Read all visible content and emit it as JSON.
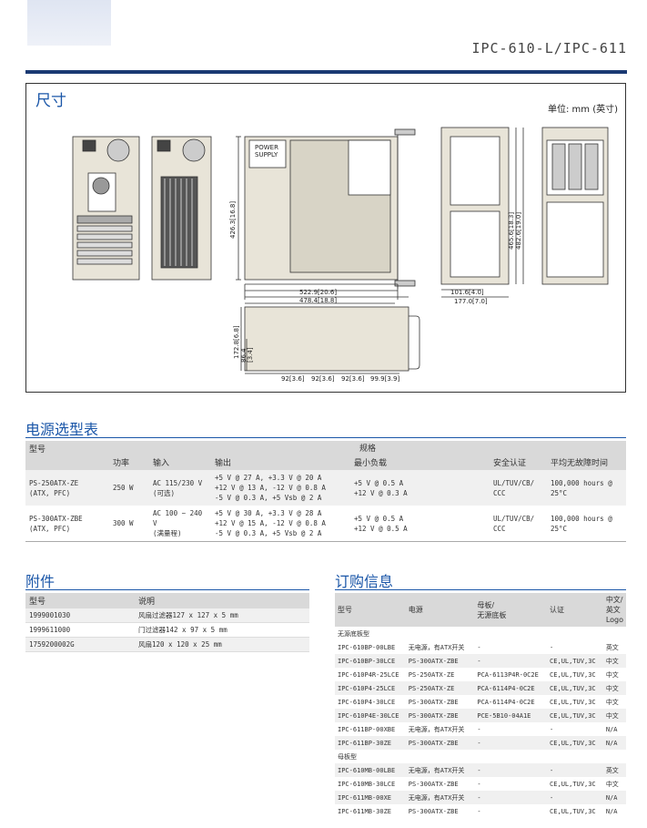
{
  "header": {
    "title": "IPC-610-L/IPC-611"
  },
  "dimensions": {
    "title": "尺寸",
    "unit": "单位: mm (英寸)",
    "labels": {
      "power_supply_1": "POWER",
      "power_supply_2": "SUPPLY",
      "h_426": "426.3[16.8]",
      "h_465": "465.6[18.3]",
      "h_482": "482.6[19.0]",
      "w_101": "101.6[4.0]",
      "w_177": "177.0[7.0]",
      "w_522": "522.9[20.6]",
      "w_478": "478.4[18.8]",
      "h_172": "172.8[6.8]",
      "h_86": "86.4",
      "h_86b": "[3.4]",
      "p1": "92[3.6]",
      "p2": "92[3.6]",
      "p3": "92[3.6]",
      "p4": "99.9[3.9]"
    }
  },
  "power_section": {
    "title": "电源选型表",
    "headers": {
      "model": "型号",
      "spec": "规格",
      "power": "功率",
      "input": "输入",
      "output": "输出",
      "min_load": "最小负载",
      "cert": "安全认证",
      "mtbf": "平均无故障时间"
    },
    "rows": [
      {
        "model1": "PS-250ATX-ZE",
        "model2": "(ATX, PFC)",
        "power": "250 W",
        "input1": "AC 115/230 V",
        "input2": "(可选)",
        "out1": "+5 V @  27 A, +3.3 V @  20 A",
        "out2": "+12 V @  13 A, -12 V @  0.8 A",
        "out3": "-5 V @  0.3 A, +5 Vsb @  2 A",
        "load1": "+5 V @  0.5 A",
        "load2": "+12 V @  0.3 A",
        "cert1": "UL/TUV/CB/",
        "cert2": "CCC",
        "mtbf": "100,000 hours @ 25°C"
      },
      {
        "model1": "PS-300ATX-ZBE",
        "model2": "(ATX, PFC)",
        "power": "300 W",
        "input1": "AC 100 ~ 240 V",
        "input2": "(满量程)",
        "out1": "+5 V @  30 A, +3.3 V @  28 A",
        "out2": "+12 V @  15 A, -12 V @  0.8 A",
        "out3": "-5 V @  0.3 A, +5 Vsb @  2 A",
        "load1": "+5 V @  0.5 A",
        "load2": "+12 V @  0.5 A",
        "cert1": "UL/TUV/CB/",
        "cert2": "CCC",
        "mtbf": "100,000 hours @ 25°C"
      }
    ]
  },
  "accessories": {
    "title": "附件",
    "headers": {
      "model": "型号",
      "desc": "说明"
    },
    "rows": [
      {
        "model": "1999001030",
        "desc": "风扇过滤器127 x 127 x 5 mm"
      },
      {
        "model": "1999611000",
        "desc": "门过滤器142 x 97 x 5 mm"
      },
      {
        "model": "1759200002G",
        "desc": "风扇120 x 120 x 25 mm"
      }
    ]
  },
  "ordering": {
    "title": "订购信息",
    "headers": {
      "model": "型号",
      "psu": "电源",
      "board1": "母板/",
      "board2": "无源底板",
      "cert": "认证",
      "logo1": "中文/英文",
      "logo2": "Logo"
    },
    "group1": "无源底板型",
    "group2": "母板型",
    "rows1": [
      {
        "model": "IPC-610BP-00LBE",
        "psu": "无电源，有ATX开关",
        "board": "-",
        "cert": "-",
        "logo": "英文"
      },
      {
        "model": "IPC-610BP-30LCE",
        "psu": "PS-300ATX-ZBE",
        "board": "-",
        "cert": "CE,UL,TUV,3C",
        "logo": "中文"
      },
      {
        "model": "IPC-610P4R-25LCE",
        "psu": "PS-250ATX-ZE",
        "board": "PCA-6113P4R-0C2E",
        "cert": "CE,UL,TUV,3C",
        "logo": "中文"
      },
      {
        "model": "IPC-610P4-25LCE",
        "psu": "PS-250ATX-ZE",
        "board": "PCA-6114P4-0C2E",
        "cert": "CE,UL,TUV,3C",
        "logo": "中文"
      },
      {
        "model": "IPC-610P4-30LCE",
        "psu": "PS-300ATX-ZBE",
        "board": "PCA-6114P4-0C2E",
        "cert": "CE,UL,TUV,3C",
        "logo": "中文"
      },
      {
        "model": "IPC-610P4E-30LCE",
        "psu": "PS-300ATX-ZBE",
        "board": "PCE-5B10-04A1E",
        "cert": "CE,UL,TUV,3C",
        "logo": "中文"
      },
      {
        "model": "IPC-611BP-00XBE",
        "psu": "无电源，有ATX开关",
        "board": "-",
        "cert": "-",
        "logo": "N/A"
      },
      {
        "model": "IPC-611BP-30ZE",
        "psu": "PS-300ATX-ZBE",
        "board": "-",
        "cert": "CE,UL,TUV,3C",
        "logo": "N/A"
      }
    ],
    "rows2": [
      {
        "model": "IPC-610MB-00LBE",
        "psu": "无电源，有ATX开关",
        "board": "-",
        "cert": "-",
        "logo": "英文"
      },
      {
        "model": "IPC-610MB-30LCE",
        "psu": "PS-300ATX-ZBE",
        "board": "-",
        "cert": "CE,UL,TUV,3C",
        "logo": "中文"
      },
      {
        "model": "IPC-611MB-00XE",
        "psu": "无电源，有ATX开关",
        "board": "-",
        "cert": "-",
        "logo": "N/A"
      },
      {
        "model": "IPC-611MB-30ZE",
        "psu": "PS-300ATX-ZBE",
        "board": "-",
        "cert": "CE,UL,TUV,3C",
        "logo": "N/A"
      }
    ]
  }
}
